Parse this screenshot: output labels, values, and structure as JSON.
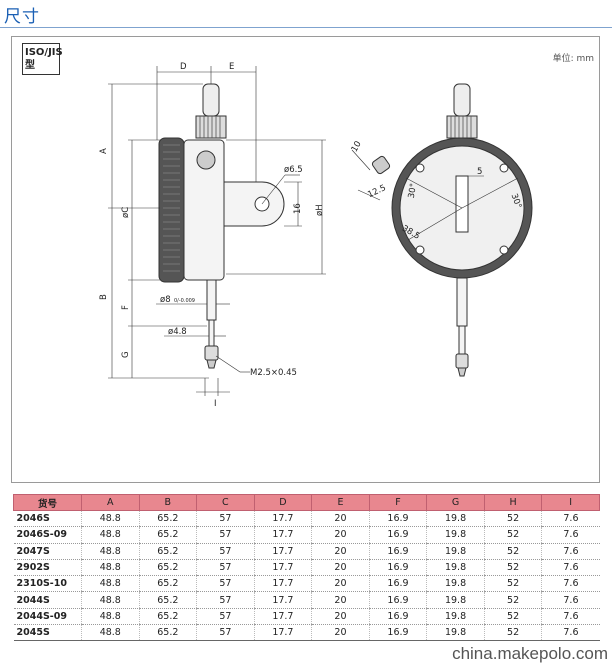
{
  "header": {
    "title": "尺寸"
  },
  "drawing": {
    "badge_line1": "ISO/JIS",
    "badge_line2": "型",
    "unit_note": "单位: mm",
    "labels": {
      "D": "D",
      "E": "E",
      "A": "A",
      "B": "B",
      "C": "øC",
      "F": "F",
      "G": "G",
      "H": "øH",
      "I": "I",
      "hole": "ø6.5",
      "lug": "16",
      "stem": "ø8",
      "stem_tol": "0/-0.009",
      "tip": "ø4.8",
      "thread": "M2.5×0.45",
      "r10": "10",
      "r12_5": "12.5",
      "r5": "5",
      "a30_left": "30°",
      "a30_right": "30°",
      "r38_5": "38.5"
    }
  },
  "table": {
    "headers": [
      "货号",
      "A",
      "B",
      "C",
      "D",
      "E",
      "F",
      "G",
      "H",
      "I"
    ],
    "rows": [
      [
        "2046S",
        "48.8",
        "65.2",
        "57",
        "17.7",
        "20",
        "16.9",
        "19.8",
        "52",
        "7.6"
      ],
      [
        "2046S-09",
        "48.8",
        "65.2",
        "57",
        "17.7",
        "20",
        "16.9",
        "19.8",
        "52",
        "7.6"
      ],
      [
        "2047S",
        "48.8",
        "65.2",
        "57",
        "17.7",
        "20",
        "16.9",
        "19.8",
        "52",
        "7.6"
      ],
      [
        "2902S",
        "48.8",
        "65.2",
        "57",
        "17.7",
        "20",
        "16.9",
        "19.8",
        "52",
        "7.6"
      ],
      [
        "2310S-10",
        "48.8",
        "65.2",
        "57",
        "17.7",
        "20",
        "16.9",
        "19.8",
        "52",
        "7.6"
      ],
      [
        "2044S",
        "48.8",
        "65.2",
        "57",
        "17.7",
        "20",
        "16.9",
        "19.8",
        "52",
        "7.6"
      ],
      [
        "2044S-09",
        "48.8",
        "65.2",
        "57",
        "17.7",
        "20",
        "16.9",
        "19.8",
        "52",
        "7.6"
      ],
      [
        "2045S",
        "48.8",
        "65.2",
        "57",
        "17.7",
        "20",
        "16.9",
        "19.8",
        "52",
        "7.6"
      ]
    ]
  },
  "watermark": "china.makepolo.com"
}
